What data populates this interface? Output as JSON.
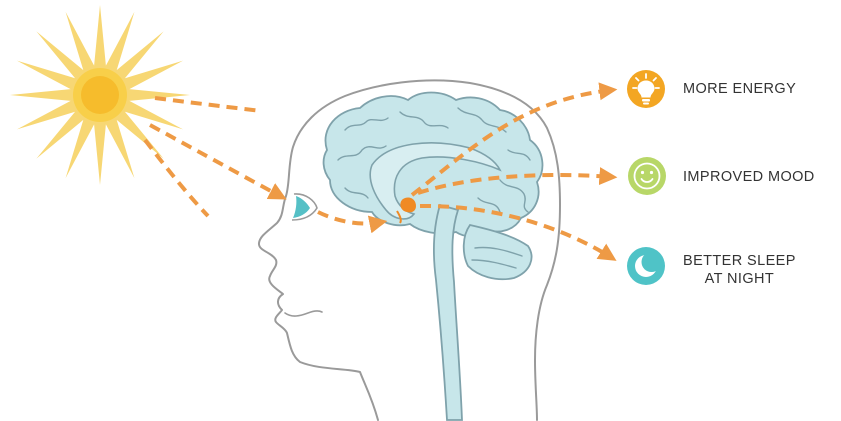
{
  "diagram": {
    "colors": {
      "sun_outer": "#f7d774",
      "sun_inner": "#f6bc2c",
      "arrow": "#ee9a45",
      "brain_fill": "#c7e6ea",
      "brain_stroke": "#7fa2ab",
      "head_stroke": "#9a9a9a",
      "eye": "#55c0c6",
      "gland": "#f08a24",
      "energy": "#f3a623",
      "mood": "#b8d768",
      "sleep": "#4fc3c7"
    },
    "benefits": [
      {
        "id": "energy",
        "label": "MORE ENERGY",
        "icon": "lightbulb-icon"
      },
      {
        "id": "mood",
        "label": "IMPROVED MOOD",
        "icon": "smiley-icon"
      },
      {
        "id": "sleep",
        "label_line1": "BETTER SLEEP",
        "label_line2": "AT NIGHT",
        "icon": "moon-icon"
      }
    ]
  }
}
